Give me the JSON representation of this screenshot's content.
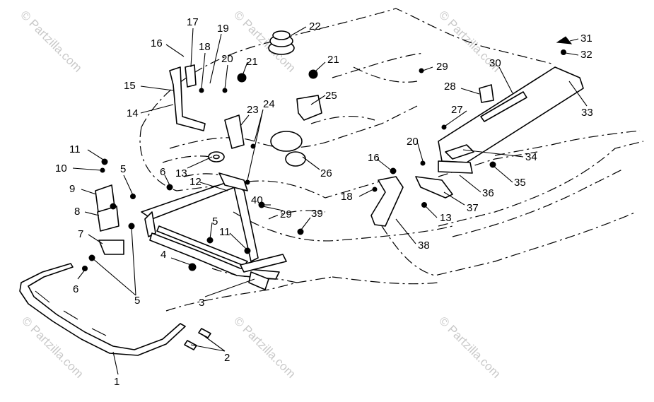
{
  "watermark": {
    "text": "© Partzilla.com"
  },
  "callouts": {
    "c1": "1",
    "c2": "2",
    "c3": "3",
    "c4": "4",
    "c5a": "5",
    "c5b": "5",
    "c5c": "5",
    "c6a": "6",
    "c6b": "6",
    "c7": "7",
    "c8": "8",
    "c9": "9",
    "c10": "10",
    "c11a": "11",
    "c11b": "11",
    "c12": "12",
    "c13a": "13",
    "c13b": "13",
    "c14": "14",
    "c15": "15",
    "c16a": "16",
    "c16b": "16",
    "c17": "17",
    "c18a": "18",
    "c18b": "18",
    "c19": "19",
    "c20a": "20",
    "c20b": "20",
    "c21a": "21",
    "c21b": "21",
    "c22": "22",
    "c23": "23",
    "c24": "24",
    "c25": "25",
    "c26": "26",
    "c27": "27",
    "c28": "28",
    "c29a": "29",
    "c29b": "29",
    "c30": "30",
    "c31": "31",
    "c32": "32",
    "c33": "33",
    "c34": "34",
    "c35": "35",
    "c36": "36",
    "c37": "37",
    "c38": "38",
    "c39": "39",
    "c40": "40"
  }
}
